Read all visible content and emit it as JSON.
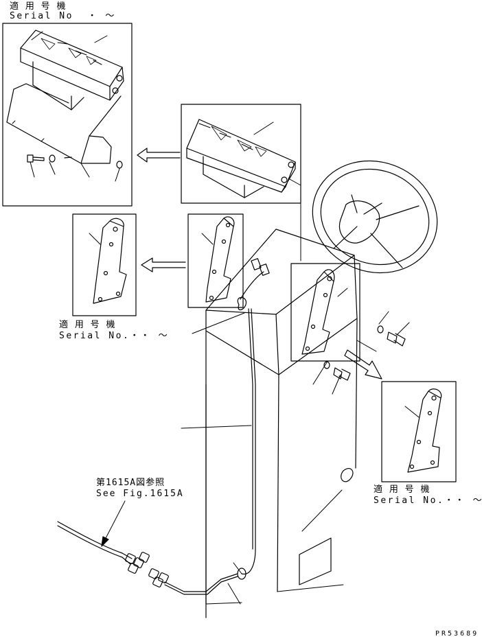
{
  "labels": {
    "applicable_jp": "適 用 号 機",
    "serial_top": "Serial No  ・ ～",
    "serial_mid": "Serial No.・・ ～",
    "serial_right": "Serial No.・・ ～",
    "ref_jp": "第1615A図参照",
    "ref_en": "See Fig.1615A",
    "drawing_code": "PR53689"
  },
  "colors": {
    "line": "#000000",
    "background": "#ffffff"
  }
}
